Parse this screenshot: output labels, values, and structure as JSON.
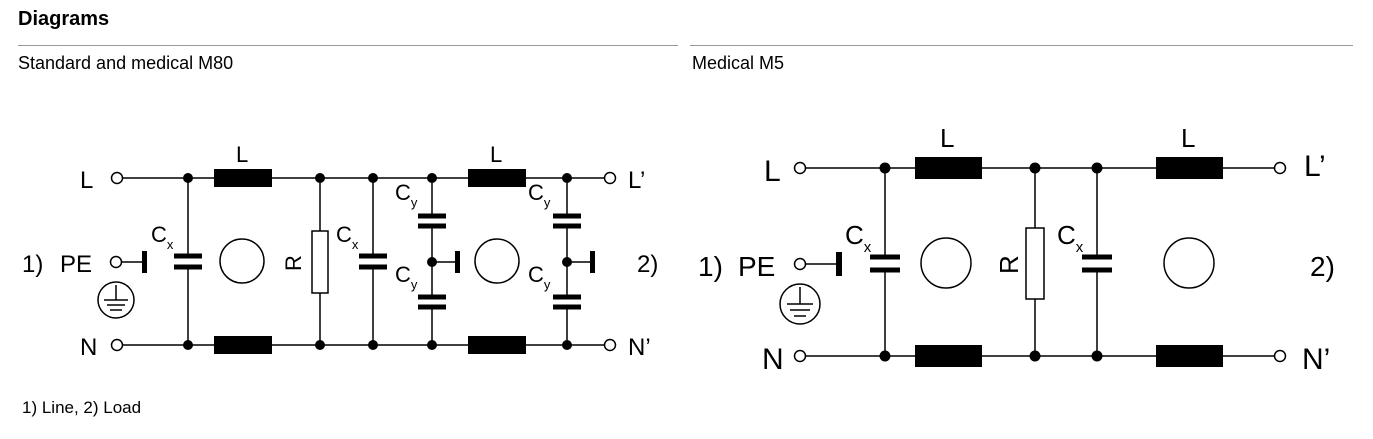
{
  "header": {
    "title": "Diagrams"
  },
  "sections": [
    {
      "subtitle": "Standard and medical M80"
    },
    {
      "subtitle": "Medical M5"
    }
  ],
  "footnote": "1) Line, 2) Load",
  "labels": {
    "line": "L",
    "neutral": "N",
    "line_out": "L’",
    "neutral_out": "N’",
    "pe": "PE",
    "mark1": "1)",
    "mark2": "2)",
    "inductor": "L",
    "resistor": "R",
    "c": "C",
    "sub_x": "x",
    "sub_y": "y"
  }
}
